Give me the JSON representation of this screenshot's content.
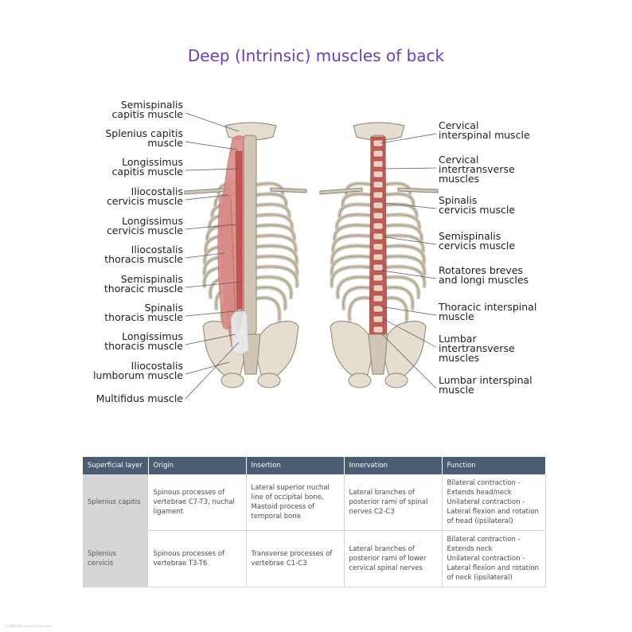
{
  "title": "Deep (Intrinsic) muscles of back",
  "left_labels": [
    [
      "Semispinalis",
      "capitis muscle"
    ],
    [
      "Splenius capitis",
      "muscle"
    ],
    [
      "Longissimus",
      "capitis muscle"
    ],
    [
      "Iliocostalis",
      "cervicis muscle"
    ],
    [
      "Longissimus",
      "cervicis muscle"
    ],
    [
      "Iliocostalis",
      "thoracis muscle"
    ],
    [
      "Semispinalis",
      "thoracic muscle"
    ],
    [
      "Spinalis",
      "thoracis muscle"
    ],
    [
      "Longissimus",
      "thoracis muscle"
    ],
    [
      "Iliocostalis",
      "lumborum muscle"
    ],
    [
      "Multifidus muscle"
    ]
  ],
  "right_labels": [
    [
      "Cervical",
      "interspinal muscle"
    ],
    [
      "Cervical",
      "intertransverse",
      "muscles"
    ],
    [
      "Spinalis",
      "cervicis muscle"
    ],
    [
      "Semispinalis",
      "cervicis muscle"
    ],
    [
      "Rotatores breves",
      "and longi muscles"
    ],
    [
      "Thoracic interspinal",
      "muscle"
    ],
    [
      "Lumbar",
      "intertransverse",
      "muscles"
    ],
    [
      "Lumbar interspinal",
      "muscle"
    ]
  ],
  "table": {
    "headers": [
      "Superficial layer",
      "Origin",
      "Insertion",
      "Innervation",
      "Function"
    ],
    "rows": [
      {
        "layer": "Splenius capitis",
        "origin": "Spinous processes of vertebrae C7-T3, nuchal ligament",
        "insertion": "Lateral superior nuchal line of occipital bone, Mastoid process of temporal bone",
        "innervation": "Lateral branches of posterior rami of spinal nerves C2-C3",
        "function": [
          "Bilateral contraction -",
          "Extends head/neck",
          "Unilateral contraction -",
          "Lateral flexion and rotation",
          "of head (ipsilateral)"
        ]
      },
      {
        "layer": "Splenius cervicis",
        "origin": "Spinous processes of vertebrae T3-T6",
        "insertion": "Transverse processes of vertebrae C1-C3",
        "innervation": "Lateral branches of posterior rami of lower cervical spinal nerves",
        "function": [
          "Bilateral contraction -",
          "Extends neck",
          "Unilateral contraction -",
          "Lateral flexion and rotation",
          "of neck (ipsilateral)"
        ]
      }
    ]
  },
  "footer_credit": "© KENHUB www.kenhub.com"
}
